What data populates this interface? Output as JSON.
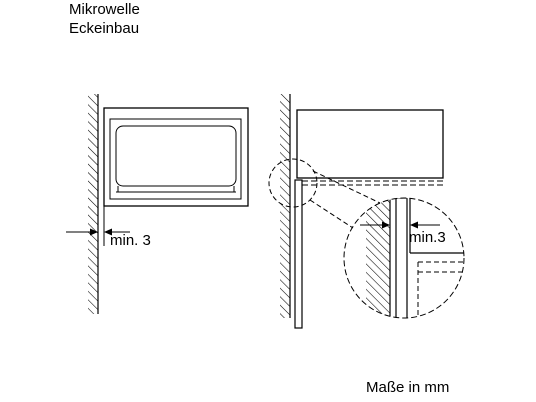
{
  "title": {
    "line1": "Mikrowelle",
    "line2": "Eckeinbau"
  },
  "labels": {
    "left_min": "min. 3",
    "detail_min": "min.3",
    "units": "Maße in mm"
  }
}
